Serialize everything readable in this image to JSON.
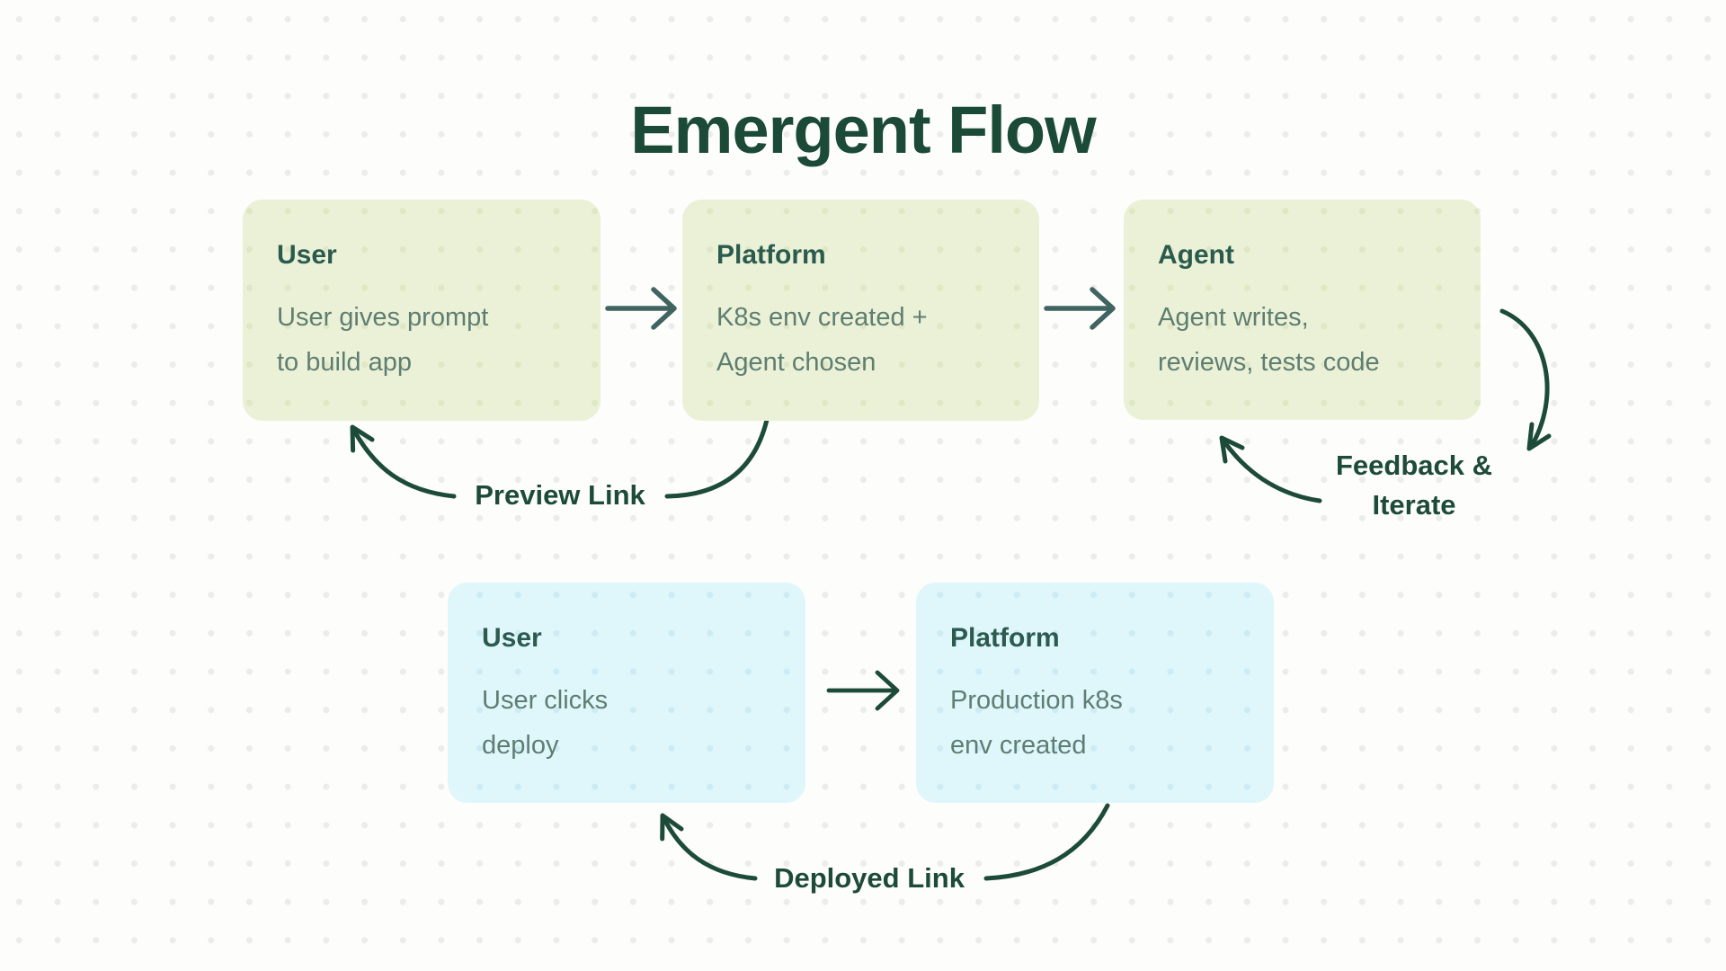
{
  "title": "Emergent Flow",
  "colors": {
    "background": "#fdfdfb",
    "dot": "#ececea",
    "heading": "#1b4a37",
    "card_green": "#ebf1d6",
    "card_blue": "#dff6fb",
    "card_title": "#2b5b4e",
    "card_body": "#5e7e72",
    "arrow_dark_green": "#1d4b39",
    "arrow_teal": "#406461"
  },
  "flow_top": {
    "boxes": [
      {
        "title": "User",
        "body": "User gives prompt\nto build app"
      },
      {
        "title": "Platform",
        "body": "K8s env created +\nAgent chosen"
      },
      {
        "title": "Agent",
        "body": "Agent writes,\nreviews, tests code"
      }
    ],
    "labels": [
      {
        "text": "Preview Link"
      },
      {
        "text": "Feedback &\nIterate"
      }
    ]
  },
  "flow_bottom": {
    "boxes": [
      {
        "title": "User",
        "body": "User clicks\ndeploy"
      },
      {
        "title": "Platform",
        "body": "Production k8s\nenv created"
      }
    ],
    "labels": [
      {
        "text": "Deployed Link"
      }
    ]
  }
}
